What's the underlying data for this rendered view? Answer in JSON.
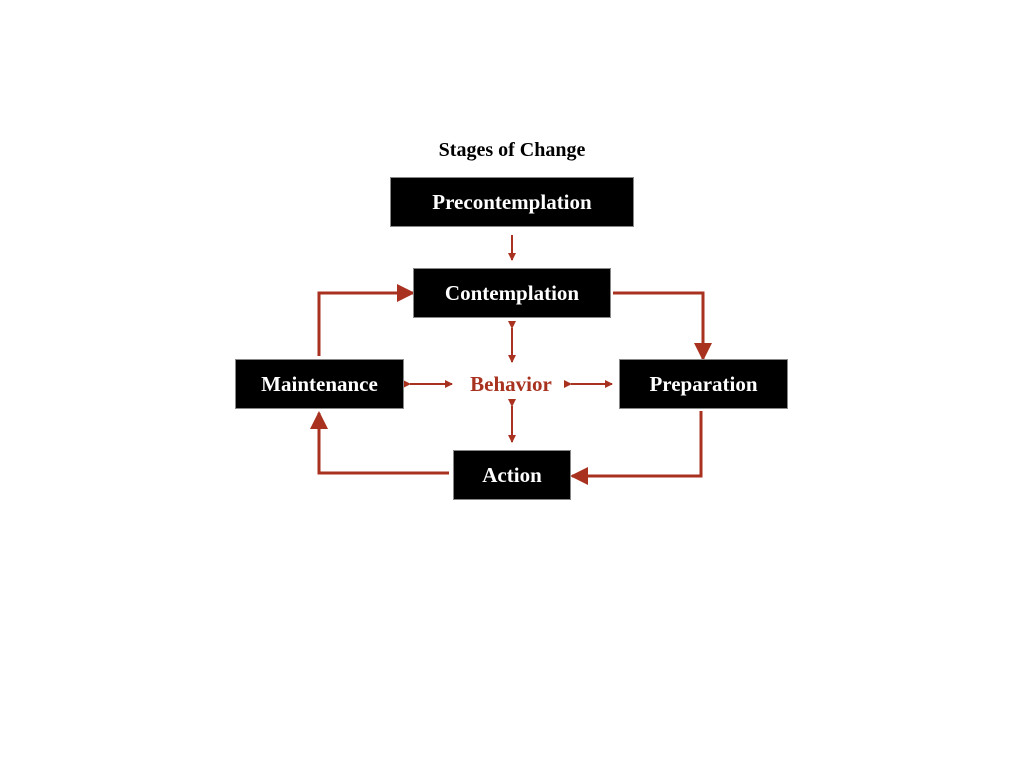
{
  "title": "Stages of Change",
  "stages": {
    "precontemplation": "Precontemplation",
    "contemplation": "Contemplation",
    "preparation": "Preparation",
    "action": "Action",
    "maintenance": "Maintenance"
  },
  "center": "Behavior",
  "colors": {
    "accent": "#a8321f",
    "box": "#000000",
    "box_text": "#ffffff"
  }
}
